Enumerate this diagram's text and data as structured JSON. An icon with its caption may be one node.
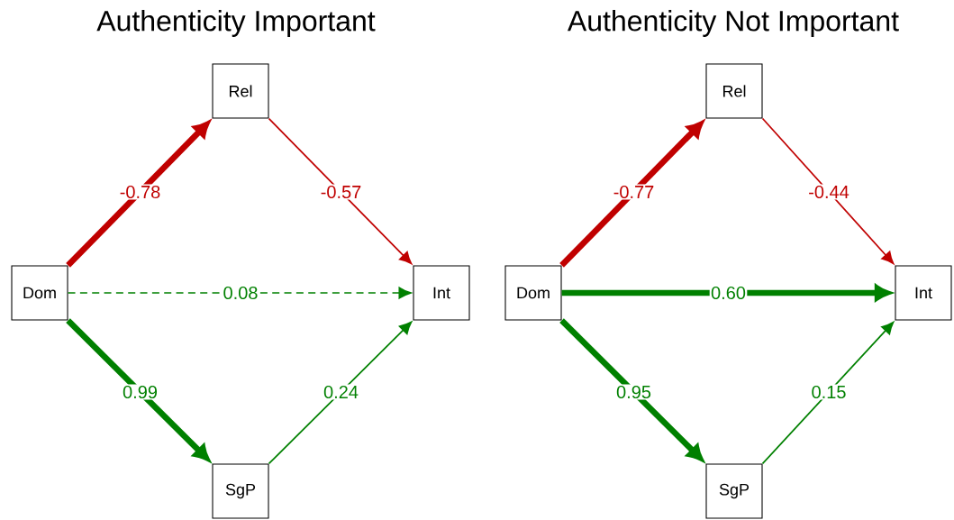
{
  "diagram": {
    "nodes": [
      {
        "text": [
          "Dom"
        ]
      },
      {
        "text": [
          "Rel"
        ]
      },
      {
        "text": [
          "Int"
        ]
      },
      {
        "text": [
          "SgP"
        ]
      },
      {
        "text": [
          "Dom"
        ]
      },
      {
        "text": [
          "Rel"
        ]
      },
      {
        "text": [
          "Int"
        ]
      },
      {
        "text": [
          "SgP"
        ]
      }
    ],
    "edges": [
      {
        "from": 0,
        "to": 1,
        "arrow": "to",
        "label": "-0.78",
        "style": "thick",
        "color": "#c00000"
      },
      {
        "from": 1,
        "to": 2,
        "arrow": "to",
        "label": "-0.57",
        "color": "#c00000"
      },
      {
        "from": 0,
        "to": 2,
        "arrow": "to",
        "label": "0.08",
        "style": "dashed"
      },
      {
        "from": 0,
        "to": 3,
        "arrow": "to",
        "label": "0.99",
        "style": "thick"
      },
      {
        "from": 3,
        "to": 2,
        "arrow": "to",
        "label": "0.24"
      },
      {
        "from": 4,
        "to": 5,
        "arrow": "to",
        "label": "-0.77",
        "style": "thick",
        "color": "#c00000"
      },
      {
        "from": 5,
        "to": 6,
        "arrow": "to",
        "label": "-0.44",
        "color": "#c00000"
      },
      {
        "from": 4,
        "to": 6,
        "arrow": "to",
        "label": "0.60",
        "style": "thick"
      },
      {
        "from": 4,
        "to": 7,
        "arrow": "to",
        "label": "0.95",
        "style": "thick"
      },
      {
        "from": 7,
        "to": 6,
        "arrow": "to",
        "label": "0.15"
      }
    ],
    "labels": [
      "Authenticity Important",
      "Authenticity Not Important"
    ]
  }
}
